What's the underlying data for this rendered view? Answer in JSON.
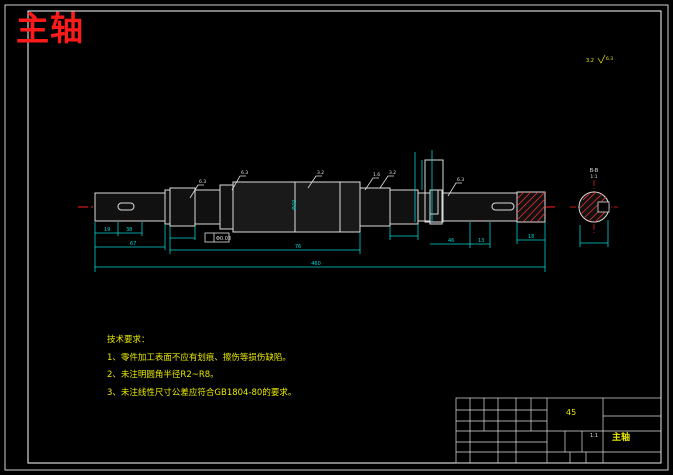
{
  "drawing": {
    "title_cn": "主轴",
    "material": "45",
    "part_name": "主轴",
    "sheet_info": "1:1"
  },
  "technical_notes": {
    "heading": "技术要求：",
    "items": [
      "1、零件加工表面不应有划痕、擦伤等损伤缺陷。",
      "2、未注明圆角半径R2~R8。",
      "3、未注线性尺寸公差应符合GB1804-80的要求。"
    ]
  },
  "dimensions": {
    "overall_length": "460",
    "center_length": "76",
    "left_segments": [
      "19",
      "38",
      "67"
    ],
    "right_segments": [
      "46",
      "13",
      "18"
    ],
    "section_label": "B-B",
    "section_scale": "1:1",
    "diameter_label": "Φ40",
    "roughness_labels": [
      "6.3",
      "6.3",
      "3.2",
      "1.6",
      "3.2",
      "6.3"
    ],
    "tolerance_box": "Φ0.03"
  },
  "colors": {
    "background": "#000000",
    "frame": "#ffffff",
    "centerline": "#ff2020",
    "dimension": "#00d4d4",
    "part_outline": "#ffffff",
    "notes": "#e8e800",
    "title": "#ff1a1a"
  }
}
